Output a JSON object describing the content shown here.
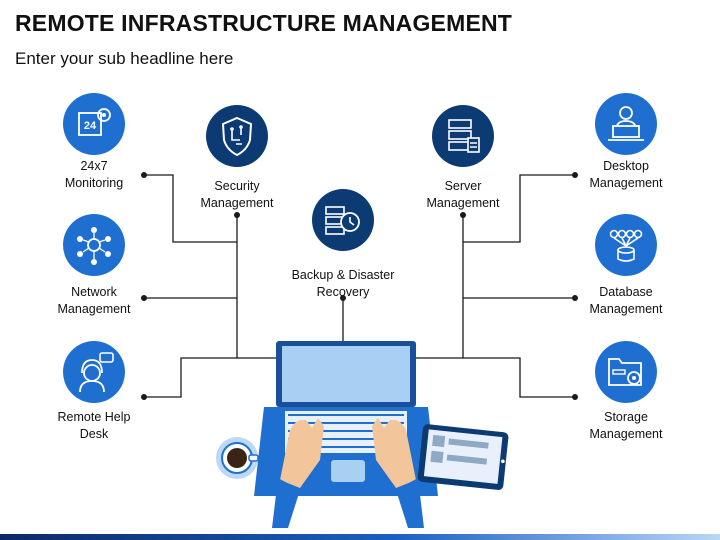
{
  "title": "REMOTE INFRASTRUCTURE MANAGEMENT",
  "subtitle": "Enter your sub headline here",
  "nodes": {
    "monitoring": "24x7\nMonitoring",
    "security": "Security\nManagement",
    "backup": "Backup & Disaster\nRecovery",
    "server": "Server\nManagement",
    "desktop": "Desktop\nManagement",
    "network": "Network\nManagement",
    "database": "Database\nManagement",
    "helpdesk": "Remote Help\nDesk",
    "storage": "Storage\nManagement"
  },
  "icons": {
    "monitoring": "clock-24-gear-icon",
    "security": "shield-circuit-icon",
    "backup": "server-restore-icon",
    "server": "server-stack-icon",
    "desktop": "user-at-computer-icon",
    "network": "people-network-icon",
    "database": "database-nodes-icon",
    "helpdesk": "support-agent-icon",
    "storage": "folder-gear-icon"
  },
  "colors": {
    "accent_blue": "#1f6fd1",
    "dark_navy": "#0c3a73",
    "line": "#1a1a1a"
  }
}
